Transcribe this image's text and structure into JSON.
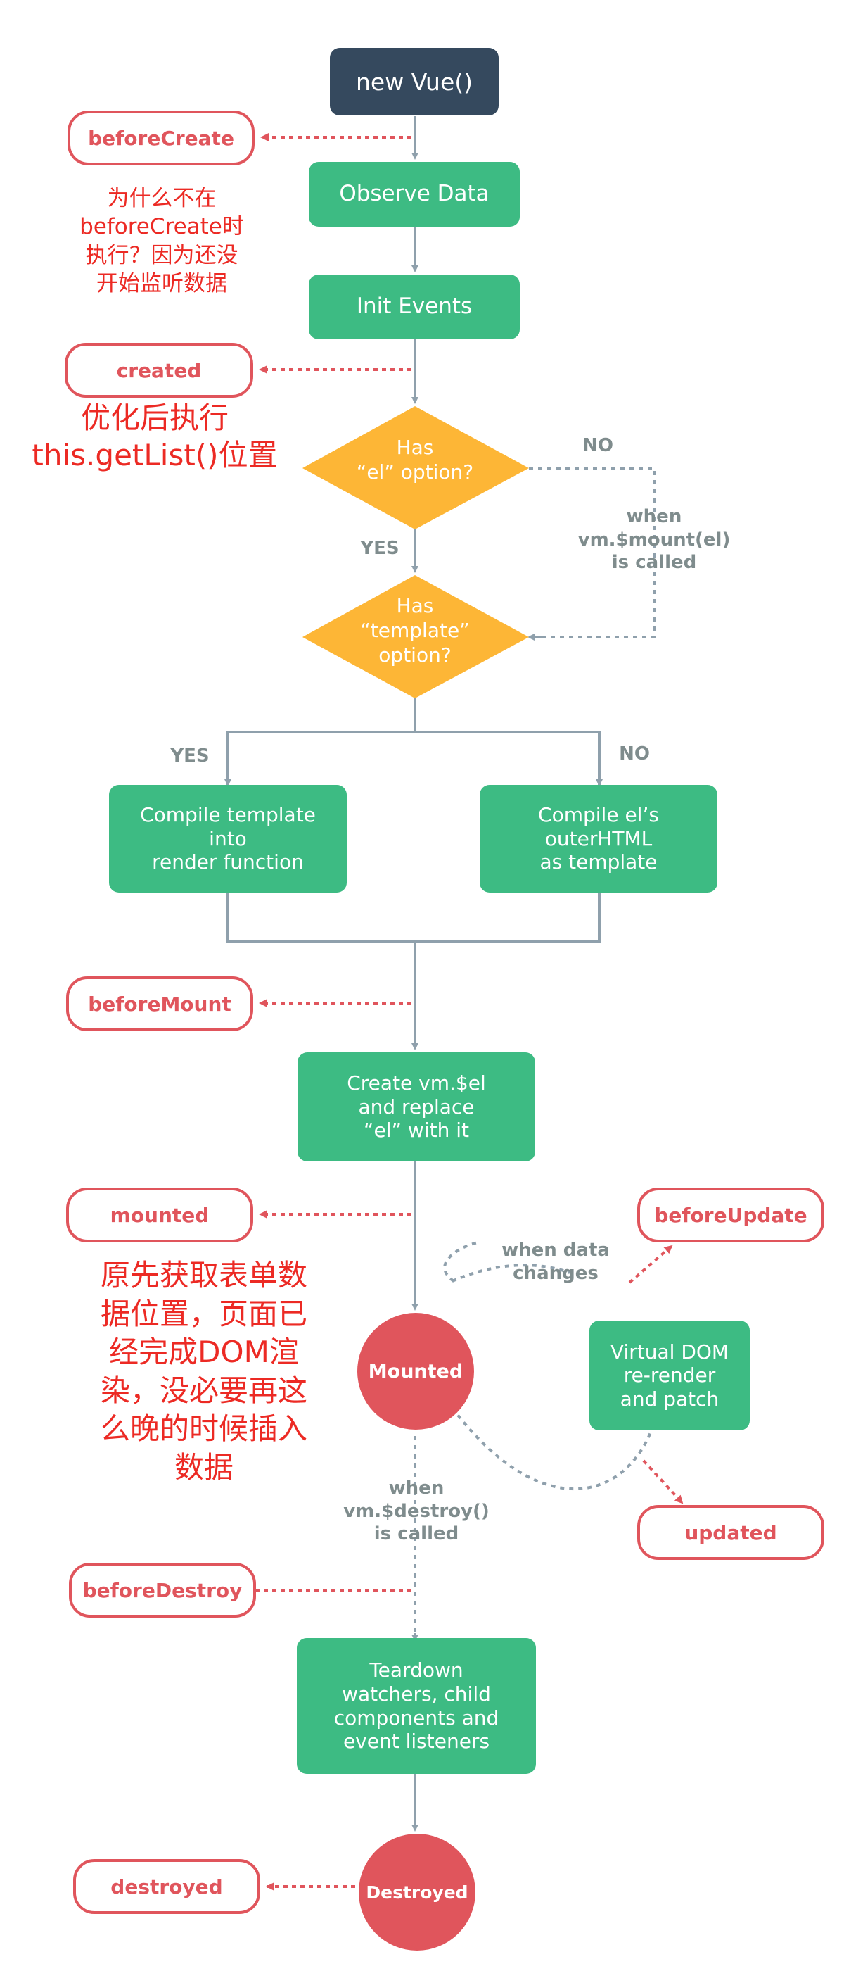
{
  "nodes": {
    "new_vue": "new Vue()",
    "observe_data": "Observe Data",
    "init_events": "Init Events",
    "has_el": "Has\n“el” option?",
    "has_template": "Has\n“template”\noption?",
    "compile_template": "Compile template\ninto\nrender function",
    "compile_el": "Compile el’s\nouterHTML\nas template",
    "create_el": "Create vm.$el\nand replace\n“el” with it",
    "mounted_state": "Mounted",
    "virtual_dom": "Virtual DOM\nre-render\nand patch",
    "teardown": "Teardown\nwatchers, child\ncomponents and\nevent listeners",
    "destroyed_state": "Destroyed"
  },
  "hooks": {
    "before_create": "beforeCreate",
    "created": "created",
    "before_mount": "beforeMount",
    "mounted": "mounted",
    "before_update": "beforeUpdate",
    "updated": "updated",
    "before_destroy": "beforeDestroy",
    "destroyed": "destroyed"
  },
  "labels": {
    "no_1": "NO",
    "when_mount": "when\nvm.$mount(el)\nis called",
    "yes_1": "YES",
    "yes_2": "YES",
    "no_2": "NO",
    "when_data_changes": "when data\nchanges",
    "when_destroy": "when\nvm.$destroy()\nis called"
  },
  "annotations": {
    "note_before_create": "为什么不在\nbeforeCreate时\n执行？因为还没\n开始监听数据",
    "note_created": "优化后执行\nthis.getList()位置",
    "note_mounted": "原先获取表单数\n据位置，页面已\n经完成DOM渲\n染，没必要再这\n么晚的时候插入\n数据"
  },
  "colors": {
    "dark_node": "#35495e",
    "green_node": "#3dbb83",
    "decision": "#fdb636",
    "hook_red": "#e0555c",
    "connector_gray": "#8fa0ac",
    "annotation_red": "#ec2a24"
  }
}
